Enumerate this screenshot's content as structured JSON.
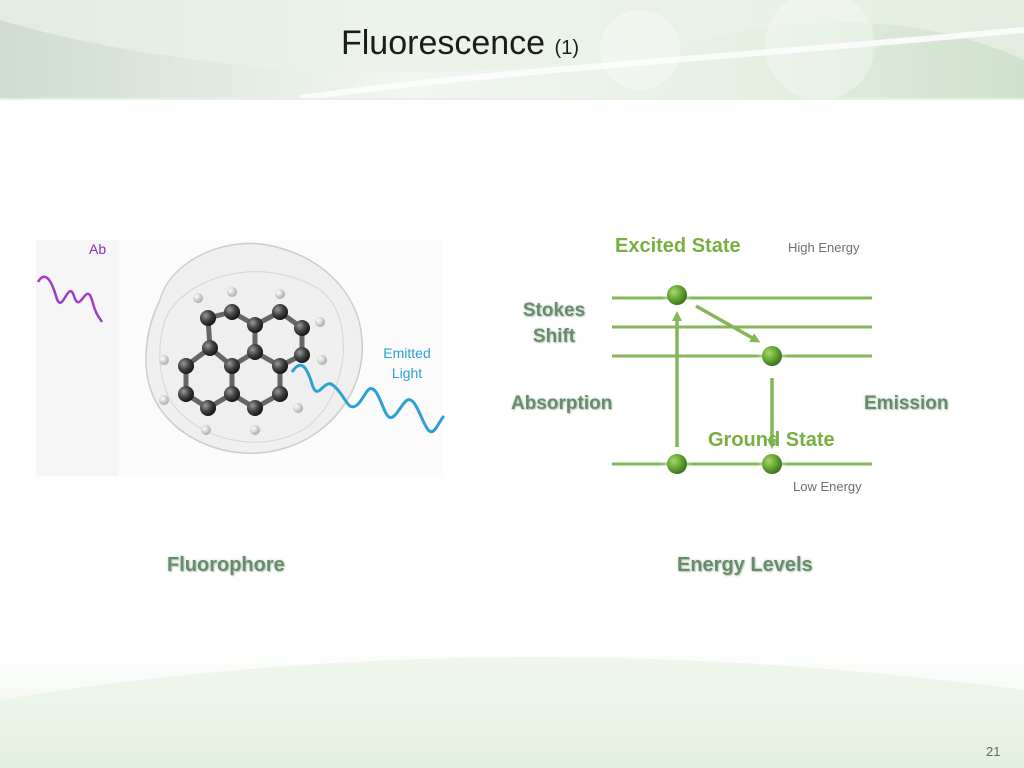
{
  "slide": {
    "title": "Fluorescence",
    "title_suffix": "(1)",
    "page_number": "21"
  },
  "fluorophore": {
    "absorbed_label": "Ab",
    "emitted_label_line1": "Emitted",
    "emitted_label_line2": "Light",
    "caption": "Fluorophore",
    "absorbed_wave_color": "#a03cc8",
    "emitted_wave_color": "#2d9fd6"
  },
  "energy_levels": {
    "excited_state": "Excited State",
    "high_energy": "High Energy",
    "stokes_line1": "Stokes",
    "stokes_line2": "Shift",
    "absorption": "Absorption",
    "emission": "Emission",
    "ground_state": "Ground State",
    "low_energy": "Low Energy",
    "caption": "Energy Levels",
    "line_color": "#86b65a",
    "dot_color": "#5c9e2e"
  }
}
